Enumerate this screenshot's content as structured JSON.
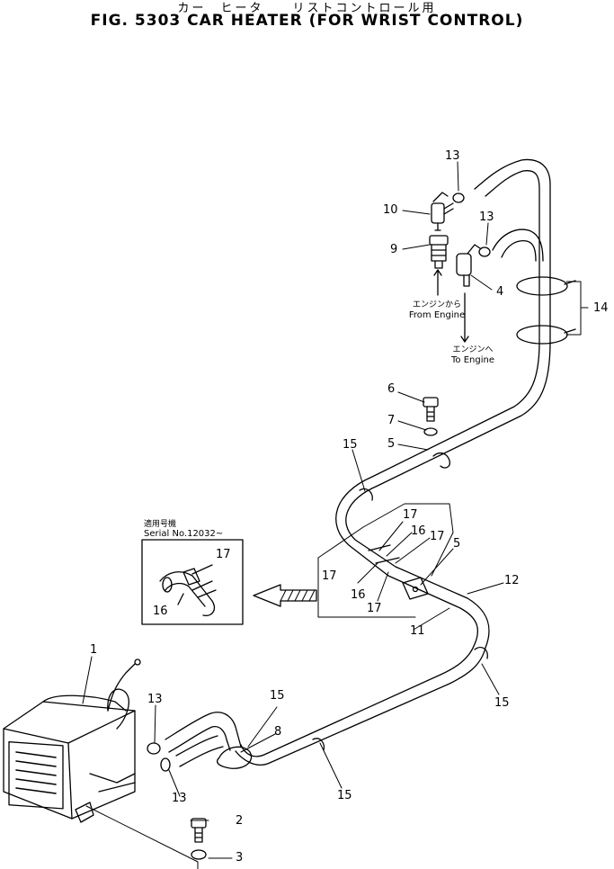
{
  "header": {
    "title_jp": "カー　ヒータ　　リストコントロール用",
    "title": "FIG. 5303  CAR HEATER (FOR WRIST CONTROL)"
  },
  "notes": {
    "from_engine_jp": "エンジンから",
    "from_engine": "From Engine",
    "to_engine_jp": "エンジンへ",
    "to_engine": "To Engine",
    "serial_jp": "適用号機",
    "serial": "Serial No.12032~"
  },
  "callouts": {
    "c13a": "13",
    "c10": "10",
    "c13b": "13",
    "c9": "9",
    "c4": "4",
    "c14": "14",
    "c6": "6",
    "c7": "7",
    "c5a": "5",
    "c15a": "15",
    "c17a": "17",
    "c16a": "16",
    "c17b": "17",
    "c5b": "5",
    "c17c": "17",
    "c16b": "16",
    "c17d": "17",
    "c12": "12",
    "c11": "11",
    "c15b": "15",
    "c17e": "17",
    "c16c": "16",
    "c1": "1",
    "c13c": "13",
    "c13d": "13",
    "c15c": "15",
    "c8": "8",
    "c15d": "15",
    "c2": "2",
    "c3": "3"
  }
}
